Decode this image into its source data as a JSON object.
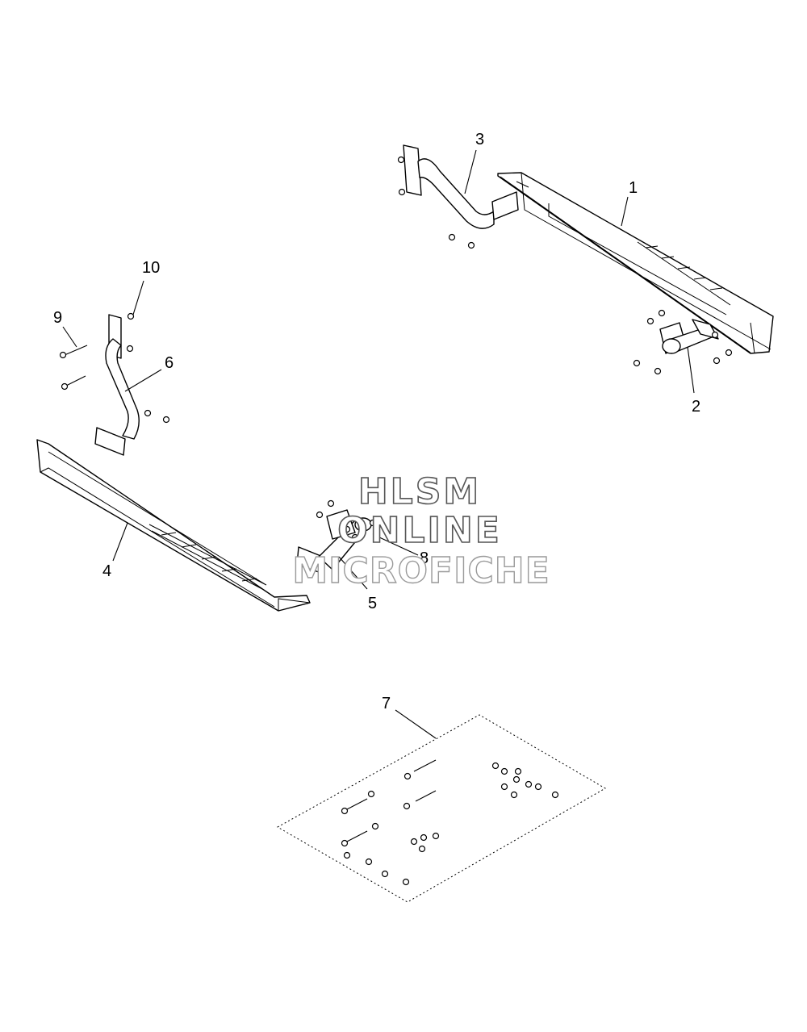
{
  "callouts": {
    "c1": "1",
    "c2": "2",
    "c3": "3",
    "c4": "4",
    "c5": "5",
    "c6": "6",
    "c7": "7",
    "c8": "8",
    "c9": "9",
    "c10": "10"
  },
  "watermark": {
    "line1": "HLSM",
    "line2": "ONLINE",
    "line3": "MICROFICHE"
  }
}
